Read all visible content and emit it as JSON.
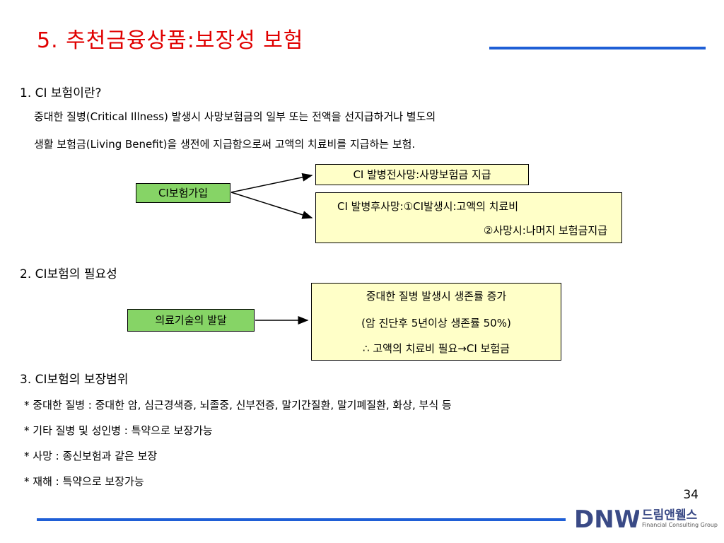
{
  "title": "5. 추천금융상품:보장성 보험",
  "section1": {
    "heading": "1. CI 보험이란?",
    "line1": "중대한 질병(Critical Illness) 발생시 사망보험금의 일부 또는 전액을 선지급하거나 별도의",
    "line2": "생활 보험금(Living Benefit)을 생전에 지급함으로써 고액의 치료비를 지급하는 보험."
  },
  "diagram1": {
    "source": "CI보험가입",
    "target1": "CI 발병전사망:사망보험금 지급",
    "target2_line1": "CI 발병후사망:①CI발생시:고액의 치료비",
    "target2_line2": "②사망시:나머지 보험금지급"
  },
  "section2": {
    "heading": "2. CI보험의 필요성"
  },
  "diagram2": {
    "source": "의료기술의 발달",
    "target_line1": "중대한 질병 발생시 생존률 증가",
    "target_line2": "(암 진단후 5년이상 생존률 50%)",
    "target_line3": "∴ 고액의 치료비 필요→CI 보험금"
  },
  "section3": {
    "heading": "3. CI보험의 보장범위",
    "items": [
      "* 중대한 질병 : 중대한 암, 심근경색증, 뇌졸중, 신부전증, 말기간질환, 말기폐질환, 화상, 부식 등",
      "* 기타 질병 및 성인병 : 특약으로 보장가능",
      "* 사망 : 종신보험과 같은 보장",
      "* 재해 : 특약으로 보장가능"
    ]
  },
  "page_number": "34",
  "logo": {
    "mark": "DNW",
    "name_ko": "드림앤웰스",
    "name_en": "Financial Consulting Group"
  },
  "colors": {
    "title": "#e00000",
    "rule": "#1f5fd6",
    "green_box": "#86d466",
    "yellow_box": "#ffffc8",
    "logo": "#3a4a86"
  }
}
